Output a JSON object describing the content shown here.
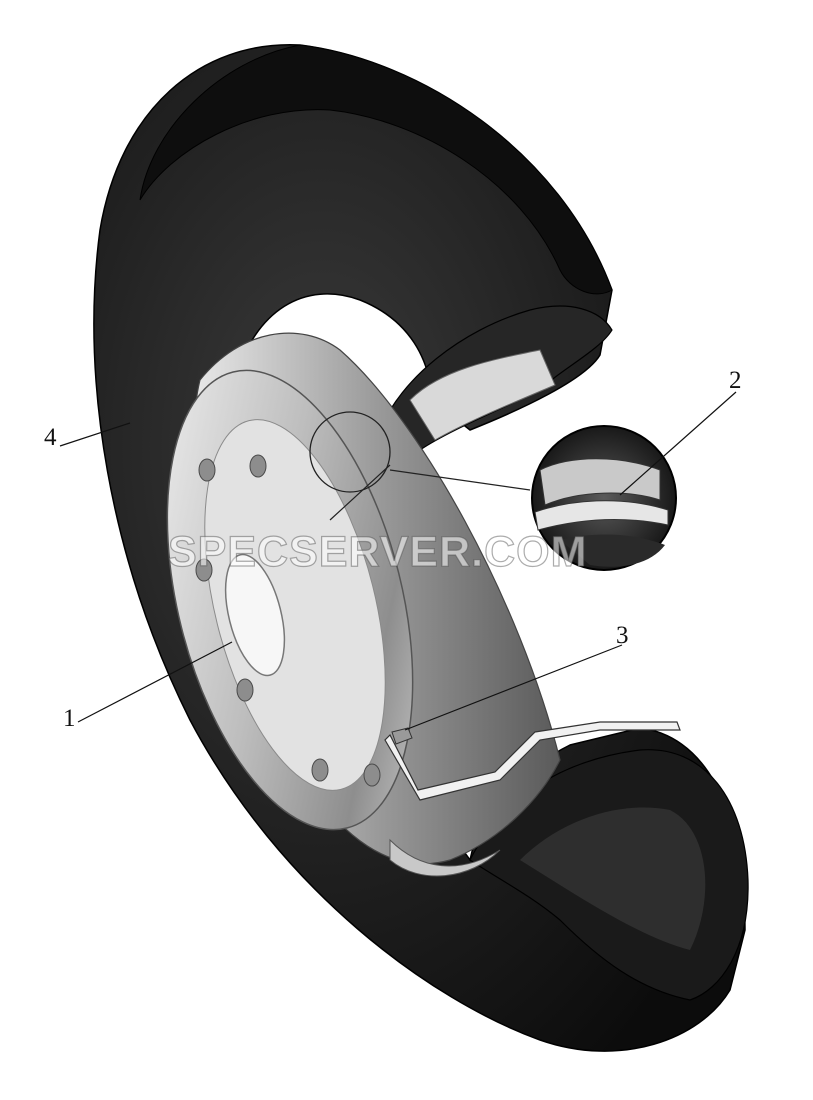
{
  "figure": {
    "callouts": [
      {
        "id": "1",
        "label": "1"
      },
      {
        "id": "2",
        "label": "2"
      },
      {
        "id": "3",
        "label": "3"
      },
      {
        "id": "4",
        "label": "4"
      }
    ],
    "watermark": "SPECSERVER.COM"
  },
  "colors": {
    "tire": "#151515",
    "tire_highlight": "#3a3a3a",
    "rim": "#cfcfcf",
    "rim_dark": "#7a7a7a",
    "background": "#ffffff"
  }
}
